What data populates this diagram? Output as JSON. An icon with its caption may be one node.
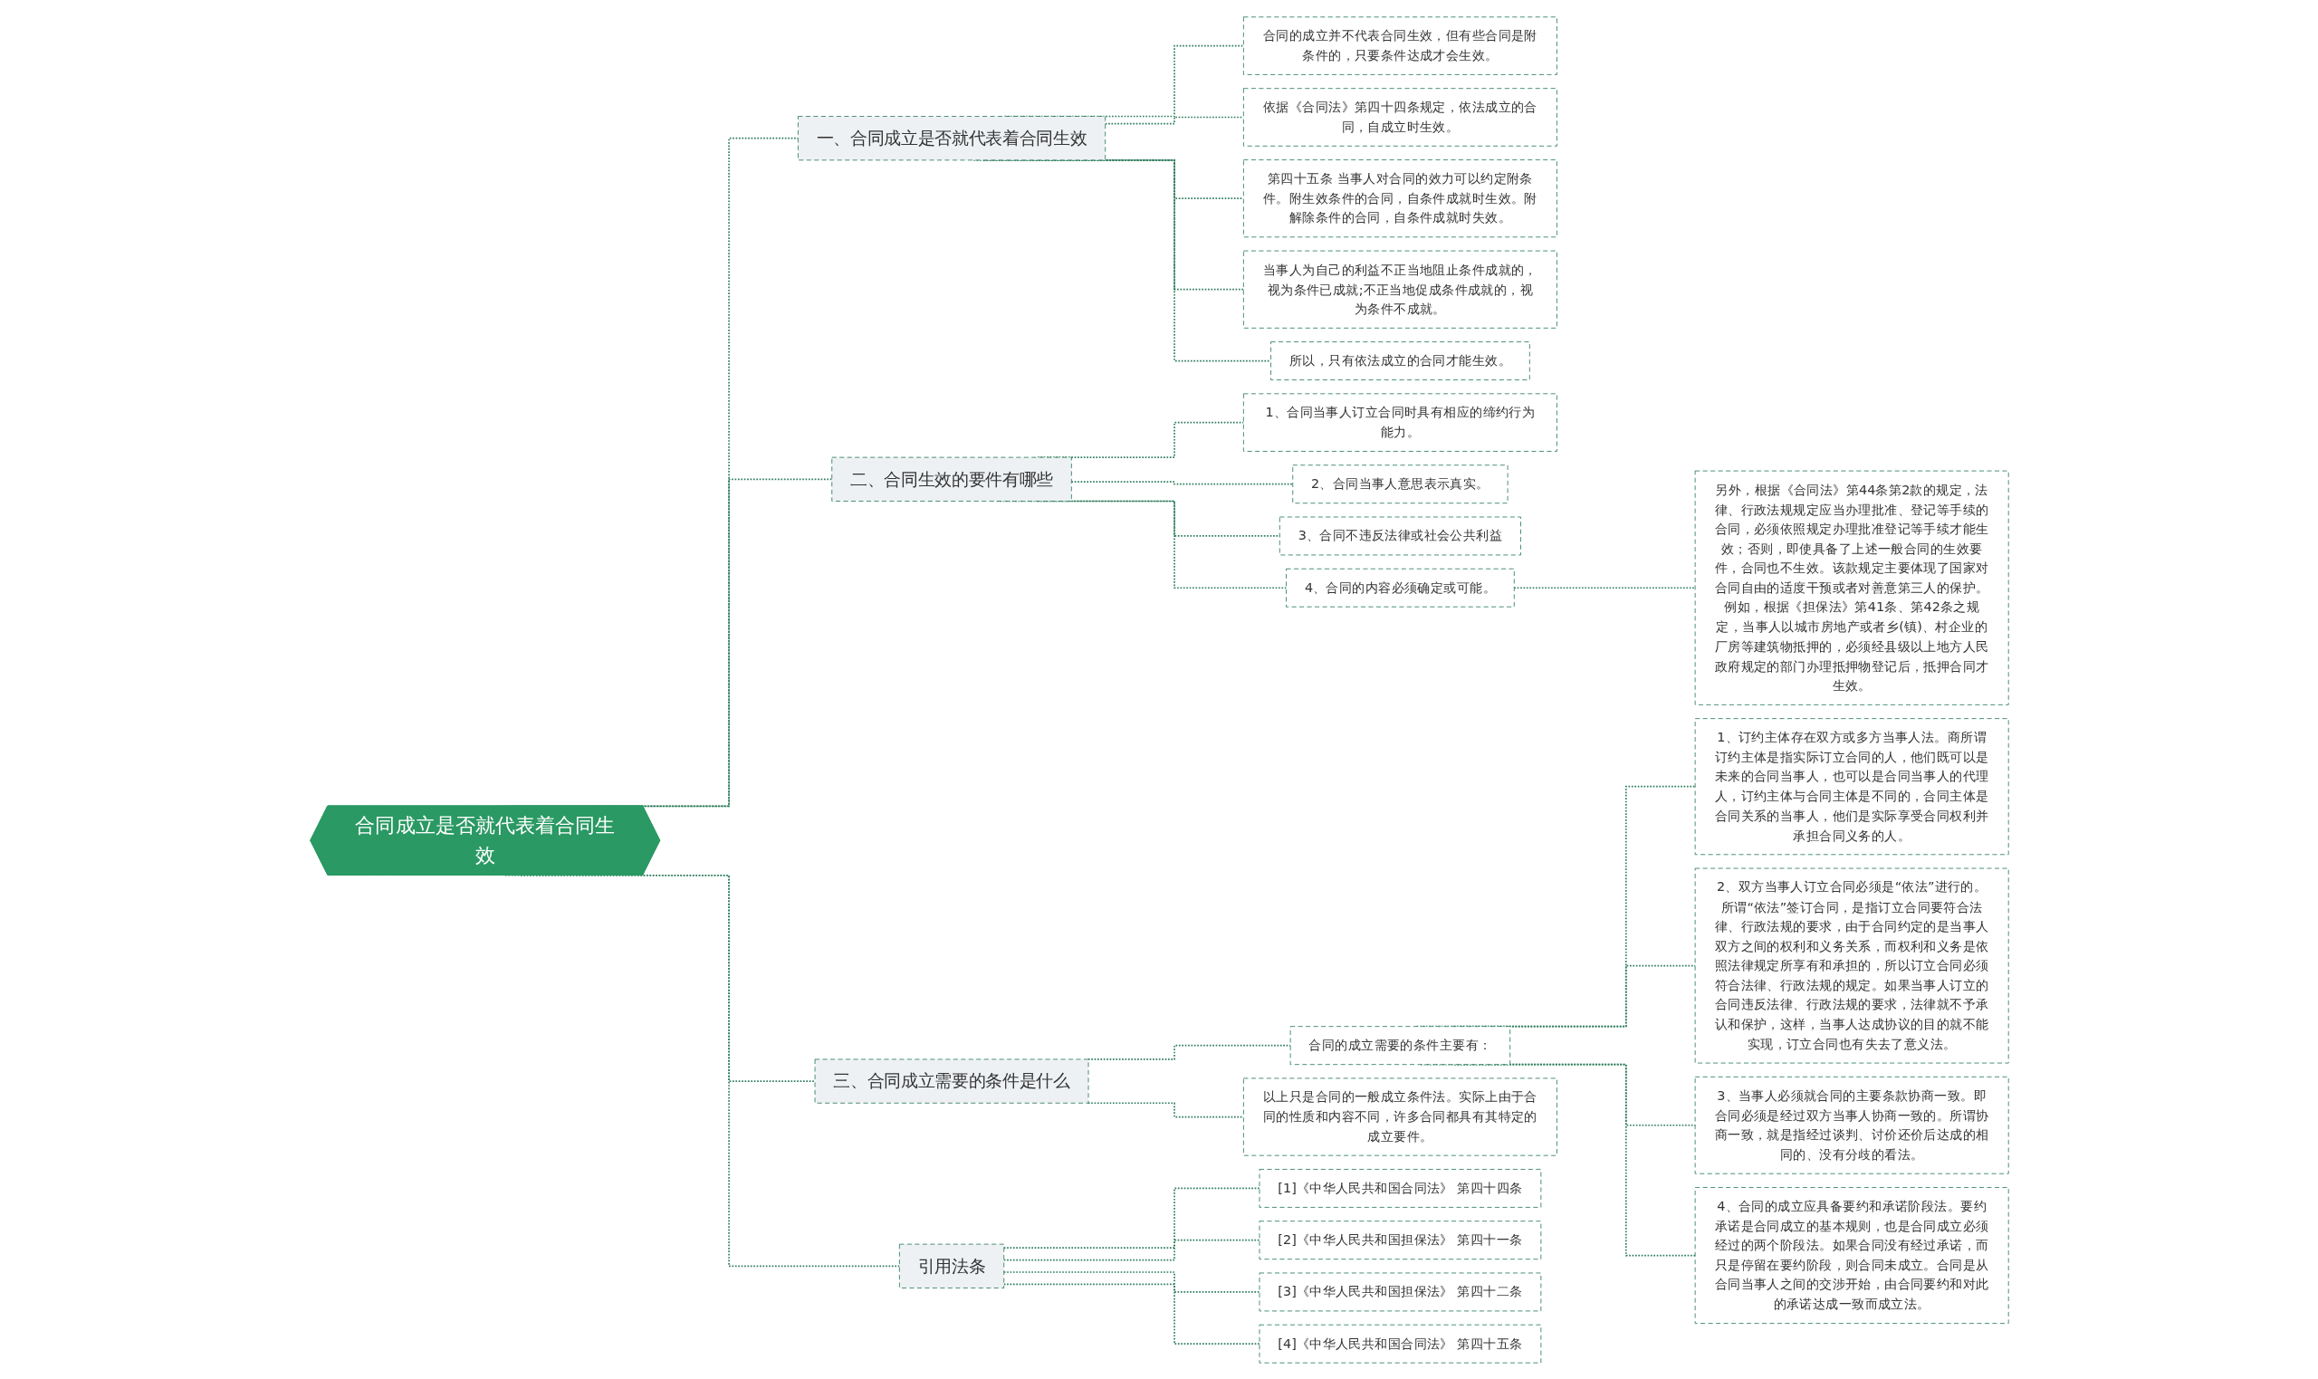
{
  "diagram": {
    "nodes": [
      {
        "text": [
          "合同成立是否就代表着合同生效"
        ]
      },
      {
        "text": [
          "一、合同成立是否就代表着合同生效"
        ]
      },
      {
        "text": [
          "合同的成立并不代表合同生效，但有些合同是附条件的，只要条件达成才会生效。"
        ]
      },
      {
        "text": [
          "依据《合同法》第四十四条规定，依法成立的合同，自成立时生效。"
        ]
      },
      {
        "text": [
          "第四十五条 当事人对合同的效力可以约定附条件。附生效条件的合同，自条件成就时生效。附解除条件的合同，自条件成就时失效。"
        ]
      },
      {
        "text": [
          "当事人为自己的利益不正当地阻止条件成就的，视为条件已成就;不正当地促成条件成就的，视为条件不成就。"
        ]
      },
      {
        "text": [
          "所以，只有依法成立的合同才能生效。"
        ]
      },
      {
        "text": [
          "二、合同生效的要件有哪些"
        ]
      },
      {
        "text": [
          "1、合同当事人订立合同时具有相应的缔约行为能力。"
        ]
      },
      {
        "text": [
          "2、合同当事人意思表示真实。"
        ]
      },
      {
        "text": [
          "3、合同不违反法律或社会公共利益"
        ]
      },
      {
        "text": [
          "4、合同的内容必须确定或可能。"
        ]
      },
      {
        "text": [
          "另外，根据《合同法》第44条第2款的规定，法律、行政法规规定应当办理批准、登记等手续的合同，必须依照规定办理批准登记等手续才能生效；否则，即使具备了上述一般合同的生效要件，合同也不生效。该款规定主要体现了国家对合同自由的适度干预或者对善意第三人的保护。例如，根据《担保法》第41条、第42条之规定，当事人以城市房地产或者乡(镇)、村企业的厂房等建筑物抵押的，必须经县级以上地方人民政府规定的部门办理抵押物登记后，抵押合同才生效。"
        ]
      },
      {
        "text": [
          "三、合同成立需要的条件是什么"
        ]
      },
      {
        "text": [
          "合同的成立需要的条件主要有："
        ]
      },
      {
        "text": [
          "1、订约主体存在双方或多方当事人法。商所谓订约主体是指实际订立合同的人，他们既可以是未来的合同当事人，也可以是合同当事人的代理人，订约主体与合同主体是不同的，合同主体是合同关系的当事人，他们是实际享受合同权利并承担合同义务的人。"
        ]
      },
      {
        "text": [
          "2、双方当事人订立合同必须是“依法”进行的。所谓“依法”签订合同，是指订立合同要符合法律、行政法规的要求，由于合同约定的是当事人双方之间的权利和义务关系，而权利和义务是依照法律规定所享有和承担的，所以订立合同必须符合法律、行政法规的规定。如果当事人订立的合同违反法律、行政法规的要求，法律就不予承认和保护，这样，当事人达成协议的目的就不能实现，订立合同也有失去了意义法。"
        ]
      },
      {
        "text": [
          "3、当事人必须就合同的主要条款协商一致。即合同必须是经过双方当事人协商一致的。所谓协商一致，就是指经过谈判、讨价还价后达成的相同的、没有分歧的看法。"
        ]
      },
      {
        "text": [
          "4、合同的成立应具备要约和承诺阶段法。要约承诺是合同成立的基本规则，也是合同成立必须经过的两个阶段法。如果合同没有经过承诺，而只是停留在要约阶段，则合同未成立。合同是从合同当事人之间的交涉开始，由合同要约和对此的承诺达成一致而成立法。"
        ]
      },
      {
        "text": [
          "以上只是合同的一般成立条件法。实际上由于合同的性质和内容不同，许多合同都具有其特定的成立要件。"
        ]
      },
      {
        "text": [
          "引用法条"
        ]
      },
      {
        "text": [
          "[1]《中华人民共和国合同法》 第四十四条"
        ]
      },
      {
        "text": [
          "[2]《中华人民共和国担保法》 第四十一条"
        ]
      },
      {
        "text": [
          "[3]《中华人民共和国担保法》 第四十二条"
        ]
      },
      {
        "text": [
          "[4]《中华人民共和国合同法》 第四十五条"
        ]
      }
    ],
    "edges": [
      {
        "from": 0,
        "to": 1,
        "arrow": "none",
        "style": "dashed"
      },
      {
        "from": 1,
        "to": 2,
        "arrow": "none",
        "style": "dashed"
      },
      {
        "from": 1,
        "to": 3,
        "arrow": "none",
        "style": "dashed"
      },
      {
        "from": 1,
        "to": 4,
        "arrow": "none",
        "style": "dashed"
      },
      {
        "from": 1,
        "to": 5,
        "arrow": "none",
        "style": "dashed"
      },
      {
        "from": 1,
        "to": 6,
        "arrow": "none",
        "style": "dashed"
      },
      {
        "from": 0,
        "to": 7,
        "arrow": "none",
        "style": "dashed"
      },
      {
        "from": 7,
        "to": 8,
        "arrow": "none",
        "style": "dashed"
      },
      {
        "from": 7,
        "to": 9,
        "arrow": "none",
        "style": "dashed"
      },
      {
        "from": 7,
        "to": 10,
        "arrow": "none",
        "style": "dashed"
      },
      {
        "from": 7,
        "to": 11,
        "arrow": "none",
        "style": "dashed"
      },
      {
        "from": 11,
        "to": 12,
        "arrow": "none",
        "style": "dashed"
      },
      {
        "from": 0,
        "to": 13,
        "arrow": "none",
        "style": "dashed"
      },
      {
        "from": 13,
        "to": 14,
        "arrow": "none",
        "style": "dashed"
      },
      {
        "from": 14,
        "to": 15,
        "arrow": "none",
        "style": "dashed"
      },
      {
        "from": 14,
        "to": 16,
        "arrow": "none",
        "style": "dashed"
      },
      {
        "from": 14,
        "to": 17,
        "arrow": "none",
        "style": "dashed"
      },
      {
        "from": 14,
        "to": 18,
        "arrow": "none",
        "style": "dashed"
      },
      {
        "from": 13,
        "to": 19,
        "arrow": "none",
        "style": "dashed"
      },
      {
        "from": 0,
        "to": 20,
        "arrow": "none",
        "style": "dashed"
      },
      {
        "from": 20,
        "to": 21,
        "arrow": "none",
        "style": "dashed"
      },
      {
        "from": 20,
        "to": 22,
        "arrow": "none",
        "style": "dashed"
      },
      {
        "from": 20,
        "to": 23,
        "arrow": "none",
        "style": "dashed"
      },
      {
        "from": 20,
        "to": 24,
        "arrow": "none",
        "style": "dashed"
      }
    ]
  }
}
